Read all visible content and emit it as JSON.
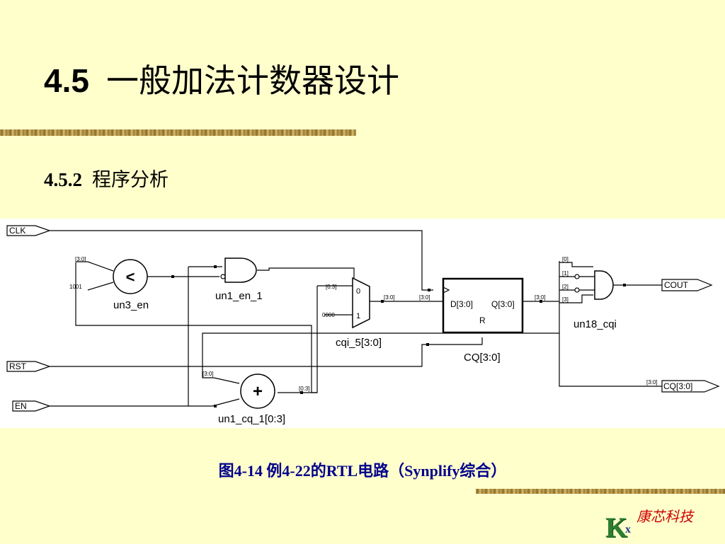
{
  "slide": {
    "title_number": "4.5",
    "title_text": "一般加法计数器设计",
    "subtitle_number": "4.5.2",
    "subtitle_text": "程序分析",
    "caption": "图4-14 例4-22的RTL电路（Synplify综合）"
  },
  "diagram": {
    "ports": {
      "clk": "CLK",
      "rst": "RST",
      "en": "EN",
      "cout": "COUT",
      "cq": "CQ[3:0]"
    },
    "bus_labels": {
      "cmp_in": "[3:0]",
      "mux_in0": "[0:3]",
      "mux_out": "[3:0]",
      "reg_in": "[3:0]",
      "reg_out": "[3:0]",
      "add_in": "[3:0]",
      "add_out": "[0:3]",
      "and_b0": "[0]",
      "and_b1": "[1]",
      "and_b2": "[2]",
      "and_b3": "[3]",
      "cq_out": "[3:0]"
    },
    "constants": {
      "cmp_const": "1001",
      "mux_const": "0000"
    },
    "cells": {
      "cmp_symbol": "<",
      "cmp_name": "un3_en",
      "and1_name": "un1_en_1",
      "mux_name": "cqi_5[3:0]",
      "mux_sel0": "0",
      "mux_sel1": "1",
      "reg_d": "D[3:0]",
      "reg_q": "Q[3:0]",
      "reg_r": "R",
      "reg_name": "CQ[3:0]",
      "and2_name": "un18_cqi",
      "add_symbol": "+",
      "add_name": "un1_cq_1[0:3]"
    }
  },
  "logo": {
    "mark_k": "K",
    "mark_x": "x",
    "company": "康芯科技"
  },
  "colors": {
    "background": "#ffffcc",
    "caption": "#00008b",
    "logo_text": "#cc0000",
    "logo_k": "#2e7d32"
  }
}
